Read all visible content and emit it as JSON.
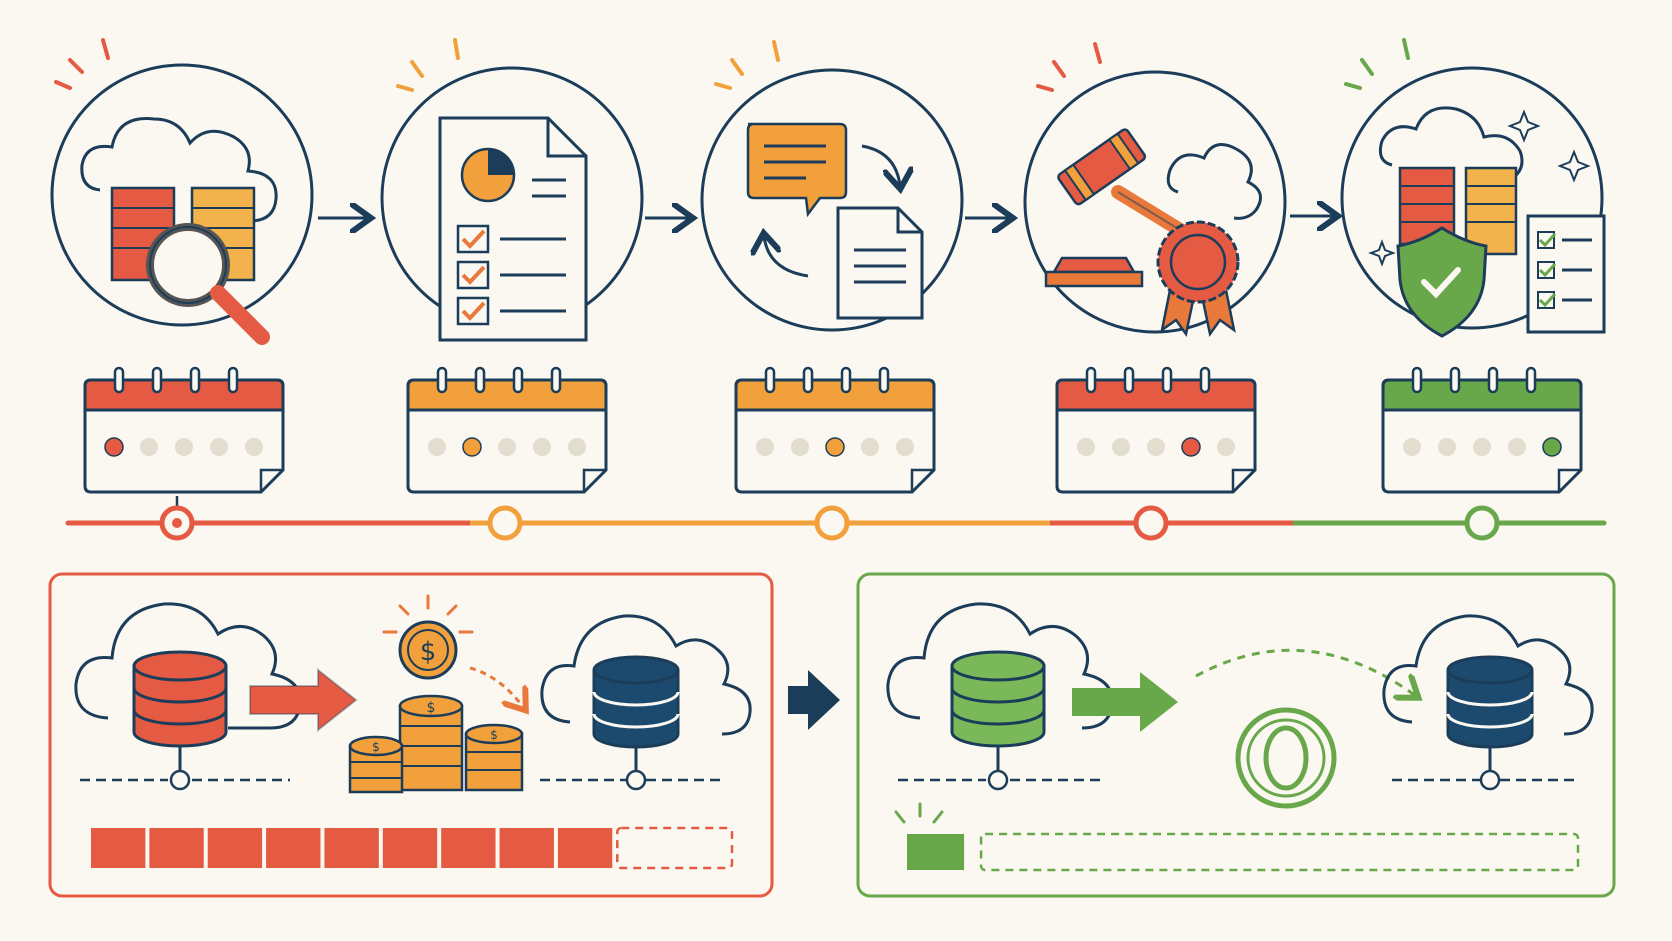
{
  "colors": {
    "background": "#fbf8f1",
    "navy": "#1c3d5a",
    "red": "#e55a42",
    "orange": "#f2a03c",
    "amber": "#f2b24c",
    "green": "#69a84a",
    "lightgreen": "#7ab85a",
    "gray": "#e3ddd0"
  },
  "stages": [
    {
      "icon": "cloud-servers-magnifier-icon",
      "color": "#e55a42",
      "calendar_active_dot": 1
    },
    {
      "icon": "report-checklist-icon",
      "color": "#f2a03c",
      "calendar_active_dot": 2
    },
    {
      "icon": "chat-document-exchange-icon",
      "color": "#f2a03c",
      "calendar_active_dot": 3
    },
    {
      "icon": "gavel-award-icon",
      "color": "#e55a42",
      "calendar_active_dot": 4
    },
    {
      "icon": "cloud-shield-checklist-icon",
      "color": "#69a84a",
      "calendar_active_dot": 5
    }
  ],
  "panels": {
    "before": {
      "color": "#e55a42",
      "flow_icons": [
        "cloud-database-red-icon",
        "arrow-right-icon",
        "coin-stacks-icon",
        "cloud-database-navy-icon"
      ],
      "progress_filled_segments": 9,
      "progress_total_segments": 11
    },
    "after": {
      "color": "#69a84a",
      "flow_icons": [
        "cloud-database-green-icon",
        "arrow-right-icon",
        "zero-coin-icon",
        "cloud-database-navy-icon"
      ],
      "progress_filled_segments": 1,
      "progress_total_segments": 11
    }
  }
}
